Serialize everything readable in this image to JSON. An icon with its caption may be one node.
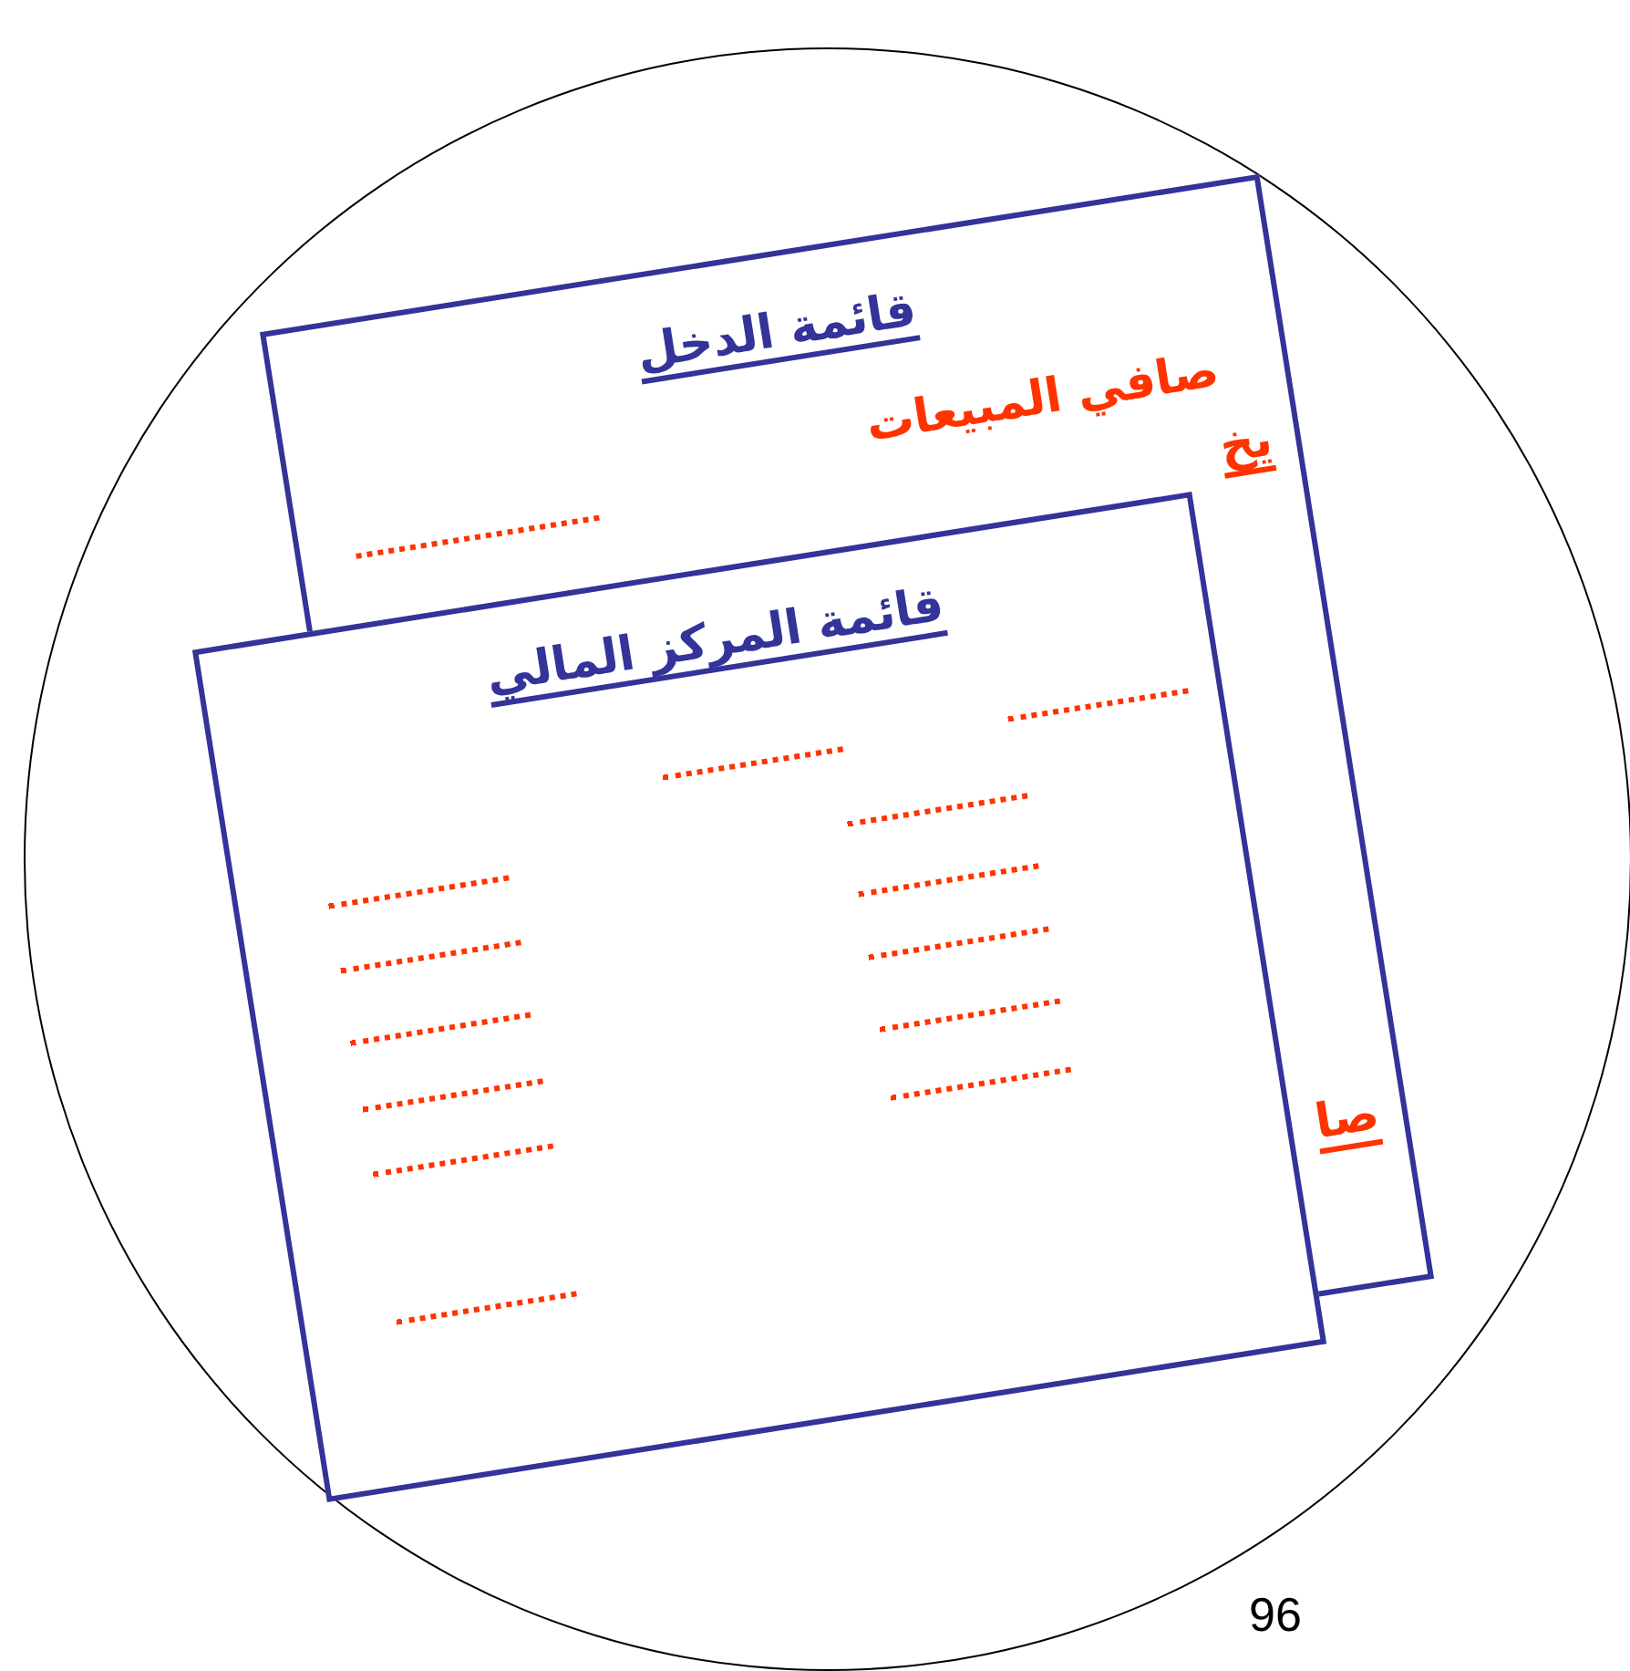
{
  "diagram": {
    "nodes": [
      {
        "text": [],
        "shape": "circle"
      },
      {
        "text": [
          "قائمة الدخل",
          "صافي المبيعات",
          "يخ",
          "صا"
        ],
        "in": 0
      },
      {
        "text": [
          "قائمة المركز المالي"
        ],
        "in": 0
      }
    ],
    "labels": [
      "96"
    ]
  }
}
